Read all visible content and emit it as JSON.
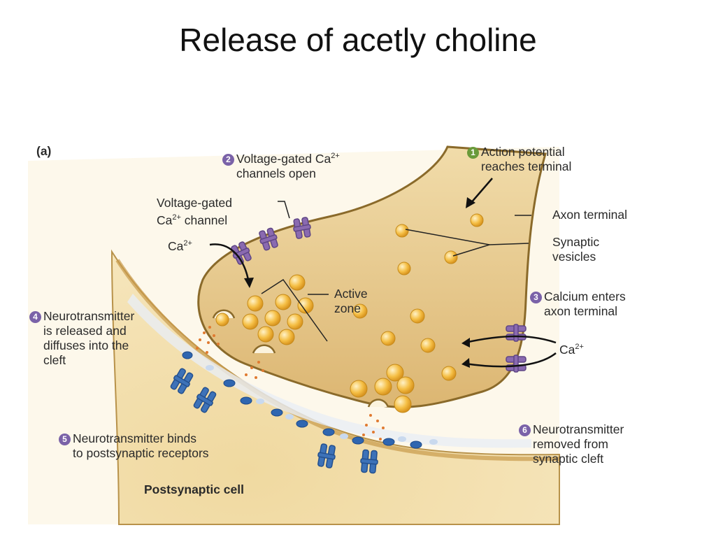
{
  "slide_title": "Release of acetly choline",
  "panel_label": "(a)",
  "labels": {
    "step1": {
      "num": "1",
      "line1": "Action potential",
      "line2": "reaches terminal"
    },
    "step2": {
      "num": "2",
      "line1": "Voltage-gated Ca",
      "sup": "2+",
      "line2": "channels open"
    },
    "channel": {
      "line1": "Voltage-gated",
      "line2": "Ca",
      "sup": "2+",
      "line2b": " channel"
    },
    "ca_top": {
      "text": "Ca",
      "sup": "2+"
    },
    "axon_terminal": "Axon terminal",
    "synaptic_vesicles": {
      "line1": "Synaptic",
      "line2": "vesicles"
    },
    "active_zone": {
      "line1": "Active",
      "line2": "zone"
    },
    "step3": {
      "num": "3",
      "line1": "Calcium enters",
      "line2": "axon terminal"
    },
    "ca_right": {
      "text": "Ca",
      "sup": "2+"
    },
    "step4": {
      "num": "4",
      "line1": "Neurotransmitter",
      "line2": "is released and",
      "line3": "diffuses into the",
      "line4": "cleft"
    },
    "step5": {
      "num": "5",
      "line1": "Neurotransmitter binds",
      "line2": "to postsynaptic receptors"
    },
    "step6": {
      "num": "6",
      "line1": "Neurotransmitter",
      "line2": "removed from",
      "line3": "synaptic cleft"
    },
    "postsynaptic": "Postsynaptic cell"
  },
  "colors": {
    "terminal_fill": "#e2c17e",
    "terminal_edge": "#8a6a2a",
    "vesicle": "#f2b63a",
    "channel": "#8a6ab0",
    "receptor": "#3d72b8",
    "badge_green": "#6a9a3a",
    "badge_purple": "#7a62a8"
  }
}
